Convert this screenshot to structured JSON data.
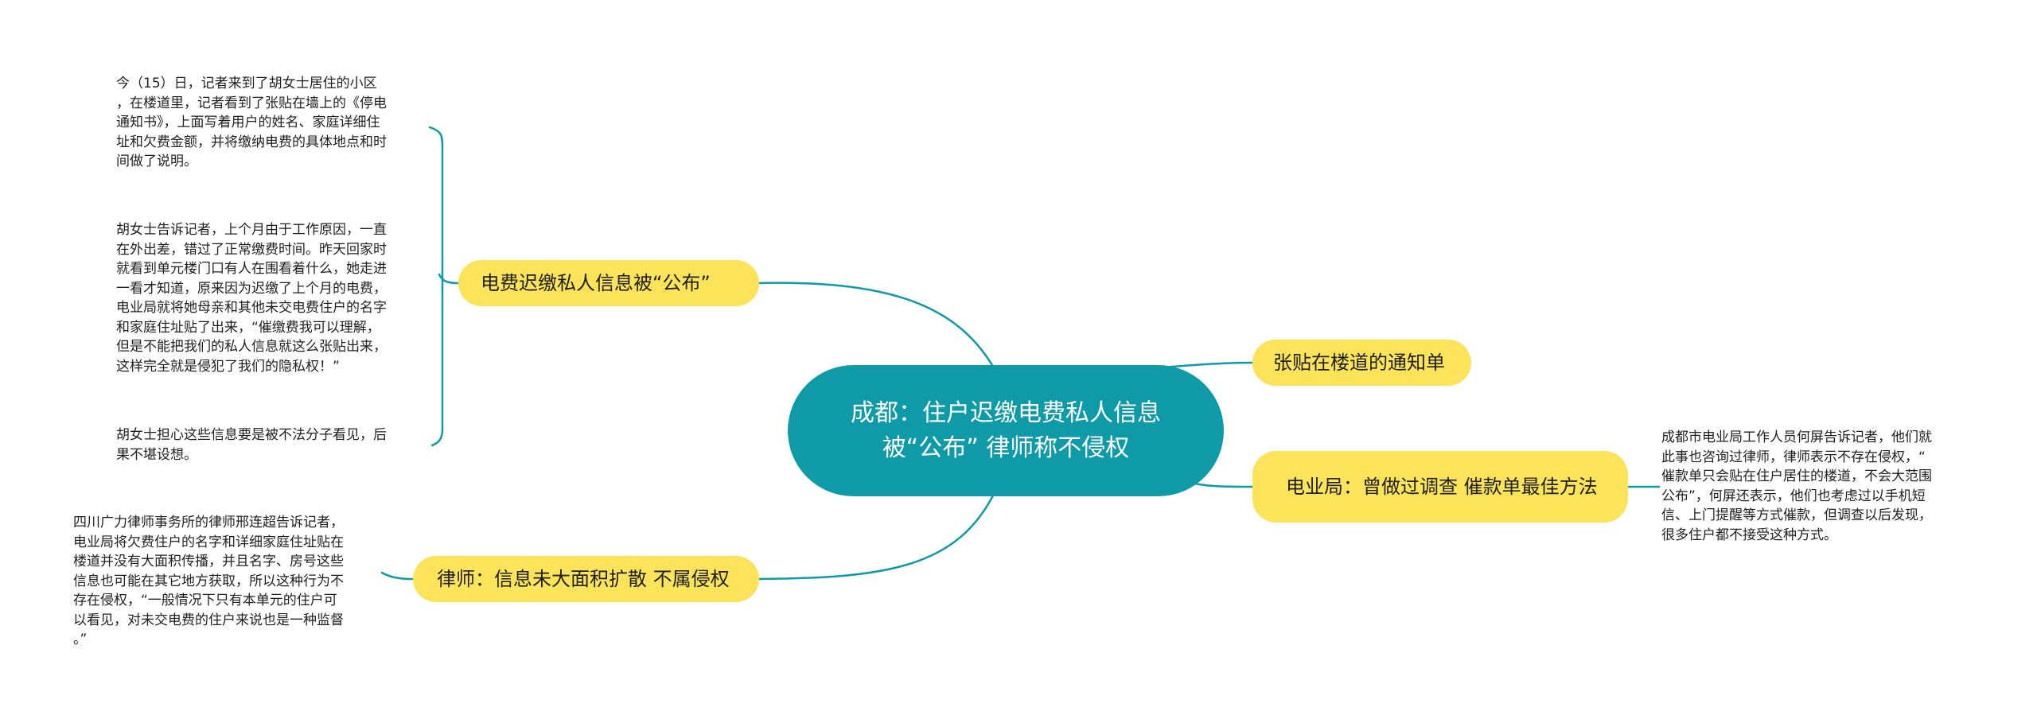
{
  "central": {
    "title": "成都：住户迟缴电费私人信息被“公布” 律师称不侵权"
  },
  "topics": {
    "left_upper": "电费迟缴私人信息被“公布”",
    "left_lower": "律师：信息未大面积扩散 不属侵权",
    "right_upper": "张贴在楼道的通知单",
    "right_lower": "电业局：曾做过调查 催款单最佳方法"
  },
  "notes": {
    "note_1": "今（15）日，记者来到了胡女士居住的小区\n，在楼道里，记者看到了张贴在墙上的《停电\n通知书》，上面写着用户的姓名、家庭详细住\n址和欠费金额，并将缴纳电费的具体地点和时\n间做了说明。",
    "note_2": "胡女士告诉记者，上个月由于工作原因，一直\n在外出差，错过了正常缴费时间。昨天回家时\n就看到单元楼门口有人在围看着什么，她走进\n一看才知道，原来因为迟缴了上个月的电费，\n电业局就将她母亲和其他未交电费住户的名字\n和家庭住址贴了出来，“催缴费我可以理解，\n但是不能把我们的私人信息就这么张贴出来，\n这样完全就是侵犯了我们的隐私权！”",
    "note_3": "胡女士担心这些信息要是被不法分子看见，后\n果不堪设想。",
    "note_4": "四川广力律师事务所的律师邢连超告诉记者，\n电业局将欠费住户的名字和详细家庭住址贴在\n楼道并没有大面积传播，并且名字、房号这些\n信息也可能在其它地方获取，所以这种行为不\n存在侵权，“一般情况下只有本单元的住户可\n以看见，对未交电费的住户来说也是一种监督\n。”",
    "note_5": "成都市电业局工作人员何屏告诉记者，他们就\n此事也咨询过律师，律师表示不存在侵权，“\n催款单只会贴在住户居住的楼道，不会大范围\n公布”，何屏还表示，他们也考虑过以手机短\n信、上门提醒等方式催款，但调查以后发现，\n很多住户都不接受这种方式。"
  },
  "colors": {
    "central_fill": "#0e9aa7",
    "topic_fill": "#fbe45a",
    "link_stroke": "#0e9aa7",
    "note_text": "#1f1f1f"
  }
}
